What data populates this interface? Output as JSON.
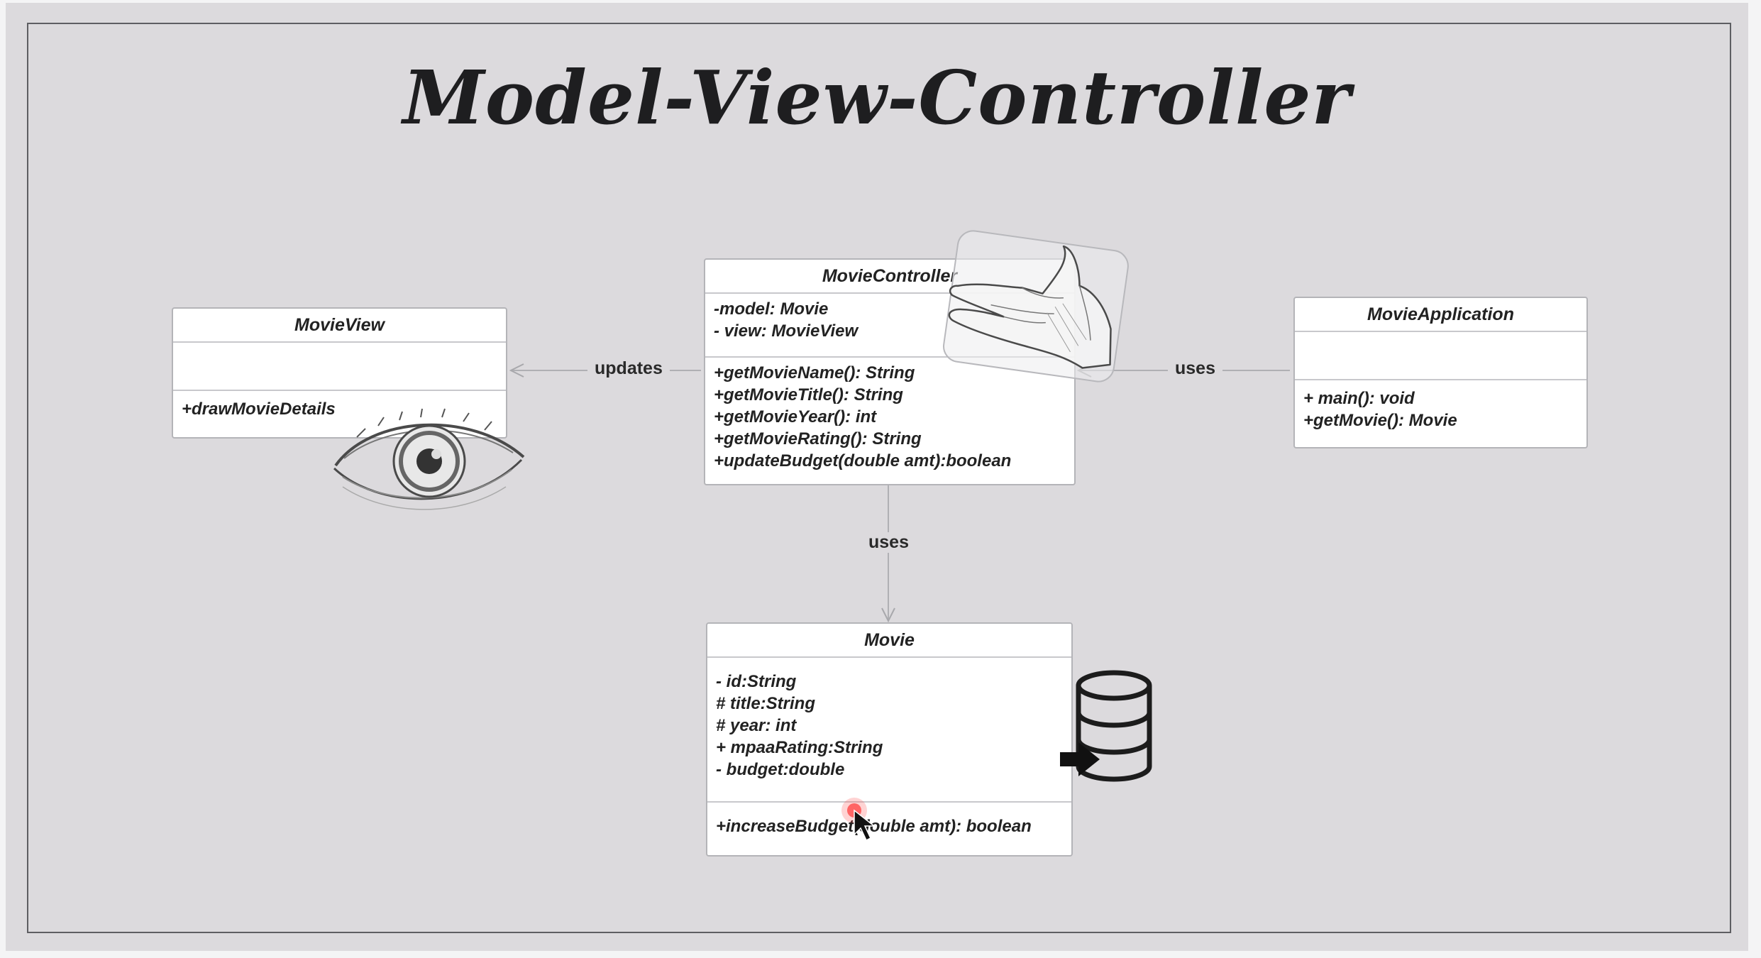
{
  "title": "Model-View-Controller",
  "classes": {
    "view": {
      "name": "MovieView",
      "methods": [
        "+drawMovieDetails"
      ]
    },
    "controller": {
      "name": "MovieController",
      "attributes": [
        "-model: Movie",
        "- view: MovieView"
      ],
      "methods": [
        "+getMovieName(): String",
        "+getMovieTitle(): String",
        "+getMovieYear(): int",
        "+getMovieRating(): String",
        "+updateBudget(double amt):boolean"
      ]
    },
    "application": {
      "name": "MovieApplication",
      "methods": [
        "+ main(): void",
        "+getMovie(): Movie"
      ]
    },
    "model": {
      "name": "Movie",
      "attributes": [
        "- id:String",
        "# title:String",
        "# year: int",
        "+ mpaaRating:String",
        "- budget:double"
      ],
      "methods": [
        "+increaseBudget(double amt): boolean"
      ]
    }
  },
  "relations": {
    "controller_to_view": "updates",
    "application_to_controller": "uses",
    "controller_to_model": "uses"
  },
  "icons": {
    "view": "eye-icon",
    "controller": "hand-icon",
    "model": "database-icon",
    "pointer": "mouse-cursor-icon"
  }
}
